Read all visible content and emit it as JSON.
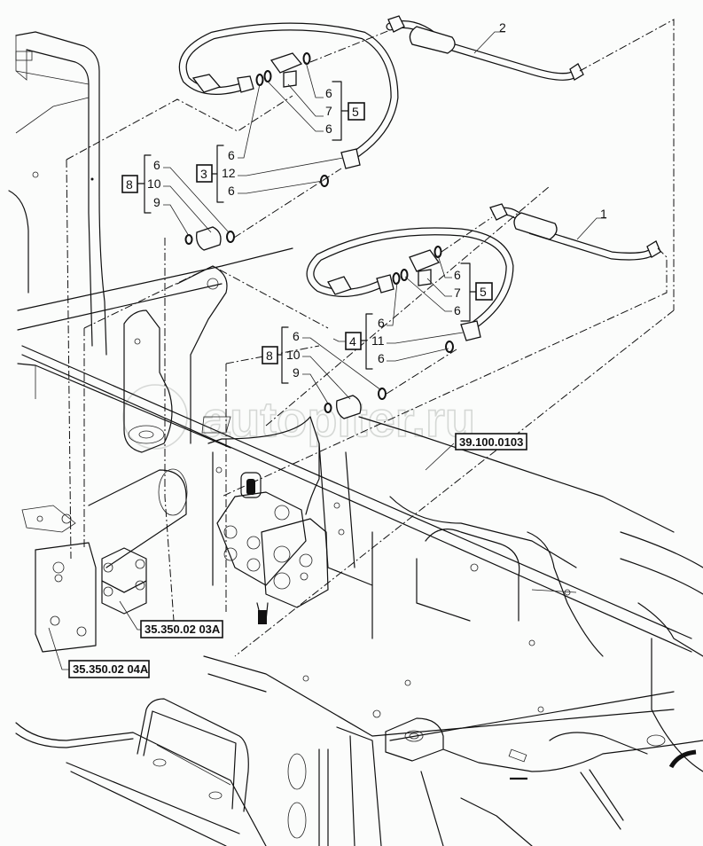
{
  "diagram": {
    "title": "Hydraulic hose assembly - exploded parts view",
    "watermark": "autopiter.ru",
    "colors": {
      "line": "#111111",
      "background": "#fbfcfb",
      "watermark": "#c9ccc9"
    },
    "callouts": {
      "hose_1": "1",
      "hose_2": "2"
    },
    "group_upper": {
      "box_3": "3",
      "items_3": [
        "6",
        "12",
        "6"
      ],
      "box_5": "5",
      "items_5": [
        "6",
        "7",
        "6"
      ],
      "box_8": "8",
      "items_8": [
        "6",
        "10",
        "9"
      ]
    },
    "group_lower": {
      "box_4": "4",
      "items_4": [
        "6",
        "11",
        "6"
      ],
      "box_5": "5",
      "items_5": [
        "6",
        "7",
        "6"
      ],
      "box_8": "8",
      "items_8": [
        "6",
        "10",
        "9"
      ]
    },
    "references": {
      "ref_main": "39.100.0103",
      "ref_03a": "35.350.02 03A",
      "ref_04a": "35.350.02 04A"
    }
  }
}
